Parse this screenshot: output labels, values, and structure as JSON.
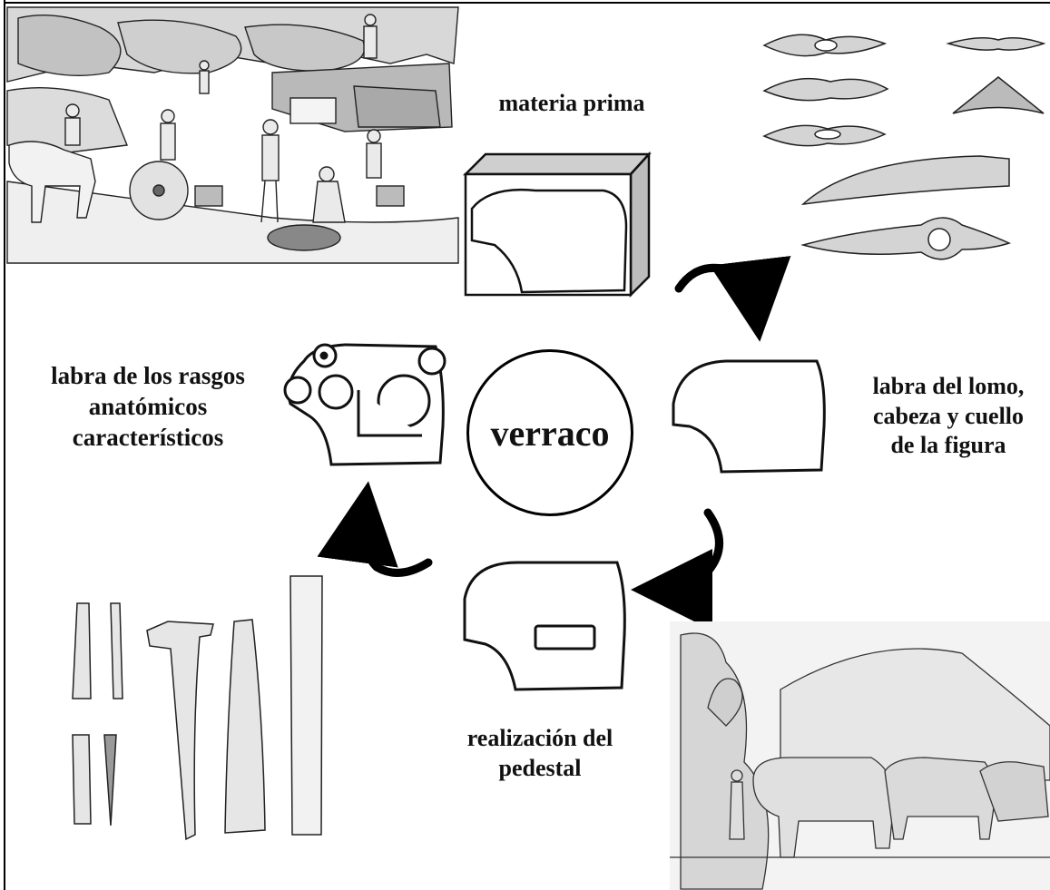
{
  "center": {
    "label": "verraco"
  },
  "steps": {
    "materia_prima": "materia prima",
    "lomo": [
      "labra del lomo,",
      "cabeza y cuello",
      "de la figura"
    ],
    "pedestal": [
      "realización del",
      "pedestal"
    ],
    "rasgos": [
      "labra de los rasgos",
      "anatómicos",
      "característicos"
    ]
  },
  "colors": {
    "ink": "#111111",
    "paper": "#ffffff",
    "shade": "#9a9a9a"
  }
}
